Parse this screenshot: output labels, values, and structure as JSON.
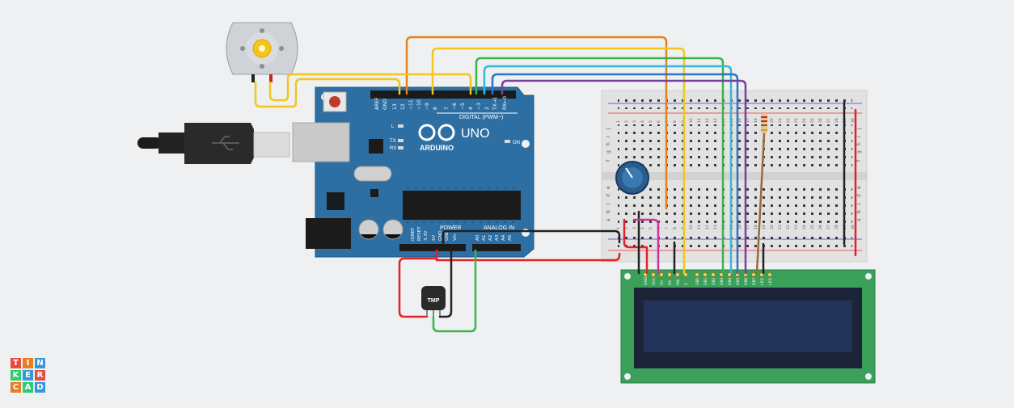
{
  "app": {
    "logo_letters": [
      "T",
      "I",
      "N",
      "K",
      "E",
      "R",
      "C",
      "A",
      "D"
    ]
  },
  "arduino": {
    "brand": "ARDUINO",
    "model": "UNO",
    "digital_header": "DIGITAL (PWM~)",
    "power_label": "POWER",
    "analog_label": "ANALOG IN",
    "on_label": "ON",
    "led_labels": [
      "L",
      "TX",
      "RX"
    ],
    "top_pins": [
      "AREF",
      "GND",
      "13",
      "12",
      "~11",
      "~10",
      "~9",
      "8",
      "7",
      "~6",
      "~5",
      "4",
      "~3",
      "2",
      "TX→1",
      "RX←0"
    ],
    "bottom_pins": [
      "IOREF",
      "RESET",
      "3.3V",
      "5V",
      "GND",
      "GND",
      "Vin",
      "A0",
      "A1",
      "A2",
      "A3",
      "A4",
      "A5"
    ]
  },
  "breadboard": {
    "col_numbers": [
      "1",
      "2",
      "3",
      "4",
      "5",
      "6",
      "7",
      "8",
      "9",
      "10",
      "11",
      "12",
      "13",
      "14",
      "15",
      "16",
      "17",
      "18",
      "19",
      "20",
      "21",
      "22",
      "23",
      "24",
      "25",
      "26",
      "27",
      "28",
      "29",
      "30"
    ],
    "row_letters_top": [
      "j",
      "i",
      "h",
      "g",
      "f"
    ],
    "row_letters_bottom": [
      "e",
      "d",
      "c",
      "b",
      "a"
    ]
  },
  "lcd": {
    "pin_labels": [
      "GND",
      "VCC",
      "V0",
      "RS",
      "RW",
      "E",
      "DB0",
      "DB1",
      "DB2",
      "DB3",
      "DB4",
      "DB5",
      "DB6",
      "DB7",
      "LED",
      "LED"
    ]
  },
  "tmp_sensor": {
    "label": "TMP"
  },
  "colors": {
    "board_blue": "#2d6fa3",
    "lcd_green": "#3aa05a",
    "wire_orange": "#e0841b",
    "wire_yellow": "#f2c51f",
    "wire_green": "#3cb44b",
    "wire_cyan": "#38b6d8",
    "wire_blue": "#2f73c4",
    "wire_purple": "#7b3fa0",
    "wire_red": "#e0232a",
    "wire_black": "#222222",
    "wire_pink": "#d0309a",
    "wire_brown": "#9a6a3a"
  }
}
